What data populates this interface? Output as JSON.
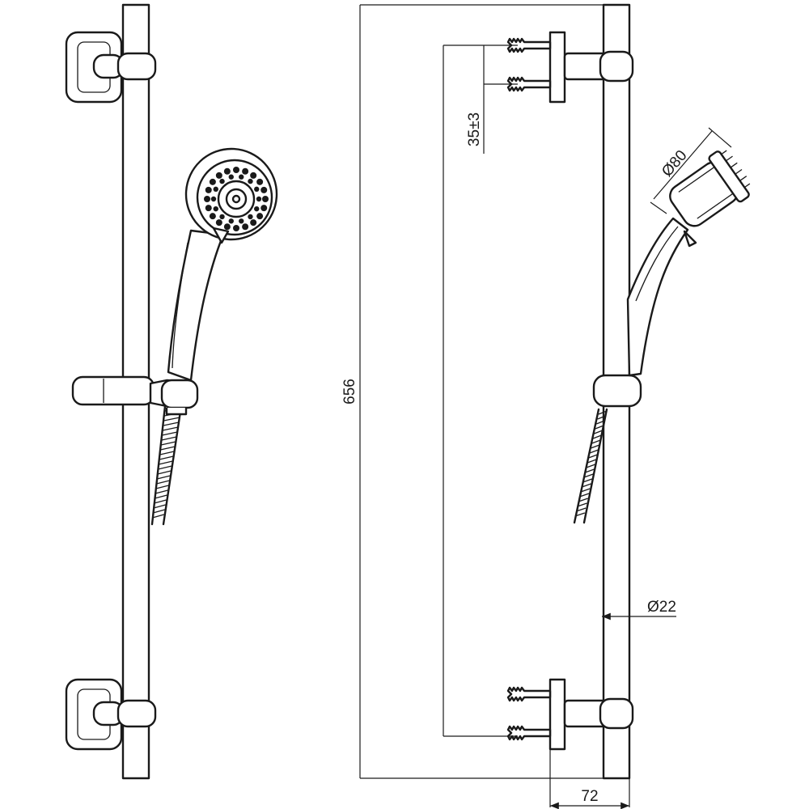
{
  "dimensions": {
    "overall_height": "656",
    "hole_spacing_tolerance": "35±3",
    "head_diameter": "Ø80",
    "rail_diameter": "Ø22",
    "wall_offset": "72"
  }
}
